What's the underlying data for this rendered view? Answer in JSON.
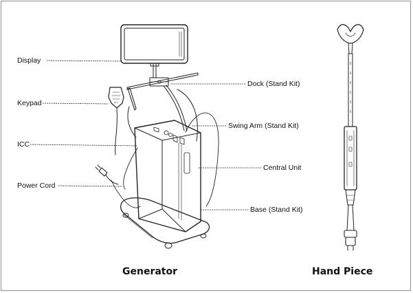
{
  "labels": {
    "display": "Display",
    "keypad": "Keypad",
    "icc": "ICC",
    "power_cord": "Power Cord",
    "dock": "Dock (Stand Kit)",
    "swing_arm": "Swing Arm (Stand Kit)",
    "central_unit": "Central Unit",
    "base": "Base (Stand Kit)"
  },
  "captions": {
    "generator": "Generator",
    "hand_piece": "Hand Piece"
  },
  "colors": {
    "line": "#222222",
    "leader": "#333333",
    "frame": "#8f8f8f"
  }
}
